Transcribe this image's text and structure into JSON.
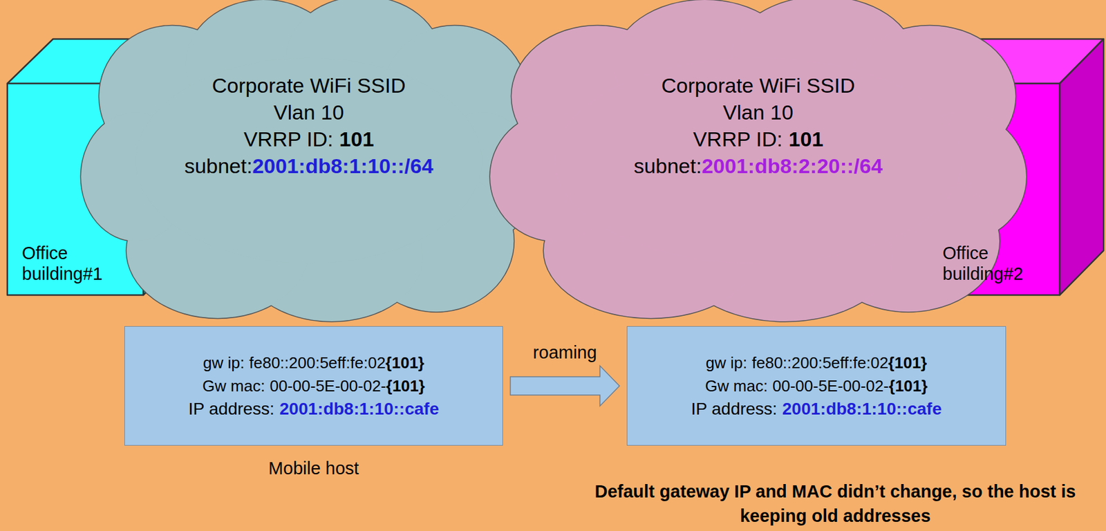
{
  "diagram": {
    "nodes": [
      {
        "text": [
          "Office building#1"
        ]
      },
      {
        "text": [
          "Corporate WiFi SSID",
          "Vlan 10",
          "VRRP ID:",
          "101",
          "subnet:",
          "2001:db8:1:10::/64"
        ]
      },
      {
        "text": [
          "Corporate WiFi SSID",
          "Vlan 10",
          "VRRP ID:",
          "101",
          "subnet:",
          "2001:db8:2:20::/64"
        ]
      },
      {
        "text": [
          "Office building#2"
        ]
      },
      {
        "text": [
          "gw ip:",
          "fe80::200:5eff:fe:02",
          "{101}",
          "Gw mac:",
          "00-00-5E-00-02-",
          "{101}",
          "IP address:",
          "2001:db8:1:10::cafe",
          "Mobile host"
        ]
      },
      {
        "text": [
          "gw ip:",
          "fe80::200:5eff:fe:02",
          "{101}",
          "Gw mac:",
          "00-00-5E-00-02-",
          "{101}",
          "IP address:",
          "2001:db8:1:10::cafe"
        ]
      }
    ],
    "edges": [
      {
        "from": 4,
        "to": 5,
        "arrow": "to",
        "label": "roaming"
      }
    ],
    "labels": [
      "Default gateway IP and MAC didn’t change, so the host is keeping old addresses"
    ]
  }
}
